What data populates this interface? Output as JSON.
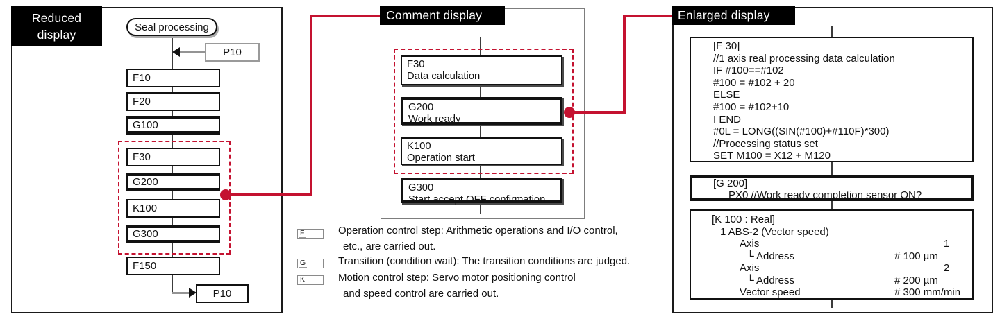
{
  "colors": {
    "accent_red": "#c41230",
    "title_bg": "#000000",
    "border_black": "#111111",
    "gray_line": "#949494"
  },
  "reduced": {
    "title_line1": "Reduced",
    "title_line2": "display",
    "start_label": "Seal processing",
    "entry_jump_label": "P10",
    "exit_jump_label": "P10",
    "steps": [
      {
        "label": "F10",
        "kind": "step"
      },
      {
        "label": "F20",
        "kind": "step"
      },
      {
        "label": "G100",
        "kind": "transition"
      },
      {
        "label": "F30",
        "kind": "step"
      },
      {
        "label": "G200",
        "kind": "transition"
      },
      {
        "label": "K100",
        "kind": "step"
      },
      {
        "label": "G300",
        "kind": "transition"
      },
      {
        "label": "F150",
        "kind": "step"
      }
    ]
  },
  "comment": {
    "title": "Comment display",
    "blocks": [
      {
        "code": "F30",
        "comment": "Data calculation",
        "kind": "step"
      },
      {
        "code": "G200",
        "comment": "Work ready",
        "kind": "transition"
      },
      {
        "code": "K100",
        "comment": "Operation start",
        "kind": "step"
      },
      {
        "code": "G300",
        "comment": "Start accept OFF confirmation",
        "kind": "transition"
      }
    ]
  },
  "legend": {
    "items": [
      {
        "symbol": "F",
        "lines": [
          "Operation control step: Arithmetic operations and I/O control,",
          "etc., are carried out."
        ]
      },
      {
        "symbol": "G",
        "lines": [
          "Transition (condition wait): The transition conditions are judged."
        ]
      },
      {
        "symbol": "K",
        "lines": [
          "Motion control step: Servo motor positioning control",
          "and speed control are carried out."
        ]
      }
    ]
  },
  "enlarged": {
    "title": "Enlarged display",
    "f_block_lines": [
      "[F 30]",
      "//1 axis real processing data calculation",
      "IF #100==#102",
      "#100 = #102 + 20",
      "ELSE",
      "#100 = #102+10",
      "I END",
      "#0L = LONG((SIN(#100)+#110F)*300)",
      "//Processing status set",
      "SET M100 = X12 + M120"
    ],
    "g_block_lines": [
      "[G 200]",
      "PX0 //Work ready completion sensor ON?"
    ],
    "k_block_rows": [
      {
        "text": "[K 100 : Real]",
        "indent": 0,
        "value": "",
        "value_style": ""
      },
      {
        "text": "1 ABS-2 (Vector speed)",
        "indent": 1,
        "value": "",
        "value_style": ""
      },
      {
        "text": "Axis",
        "indent": 2,
        "value": "1",
        "value_style": "num"
      },
      {
        "text": "└ Address",
        "indent": 3,
        "value": "# 100 µm",
        "value_style": "unit"
      },
      {
        "text": "Axis",
        "indent": 2,
        "value": "2",
        "value_style": "num"
      },
      {
        "text": "└ Address",
        "indent": 3,
        "value": "# 200 µm",
        "value_style": "unit"
      },
      {
        "text": "Vector speed",
        "indent": 2,
        "value": "# 300 mm/min",
        "value_style": "unit"
      }
    ]
  }
}
